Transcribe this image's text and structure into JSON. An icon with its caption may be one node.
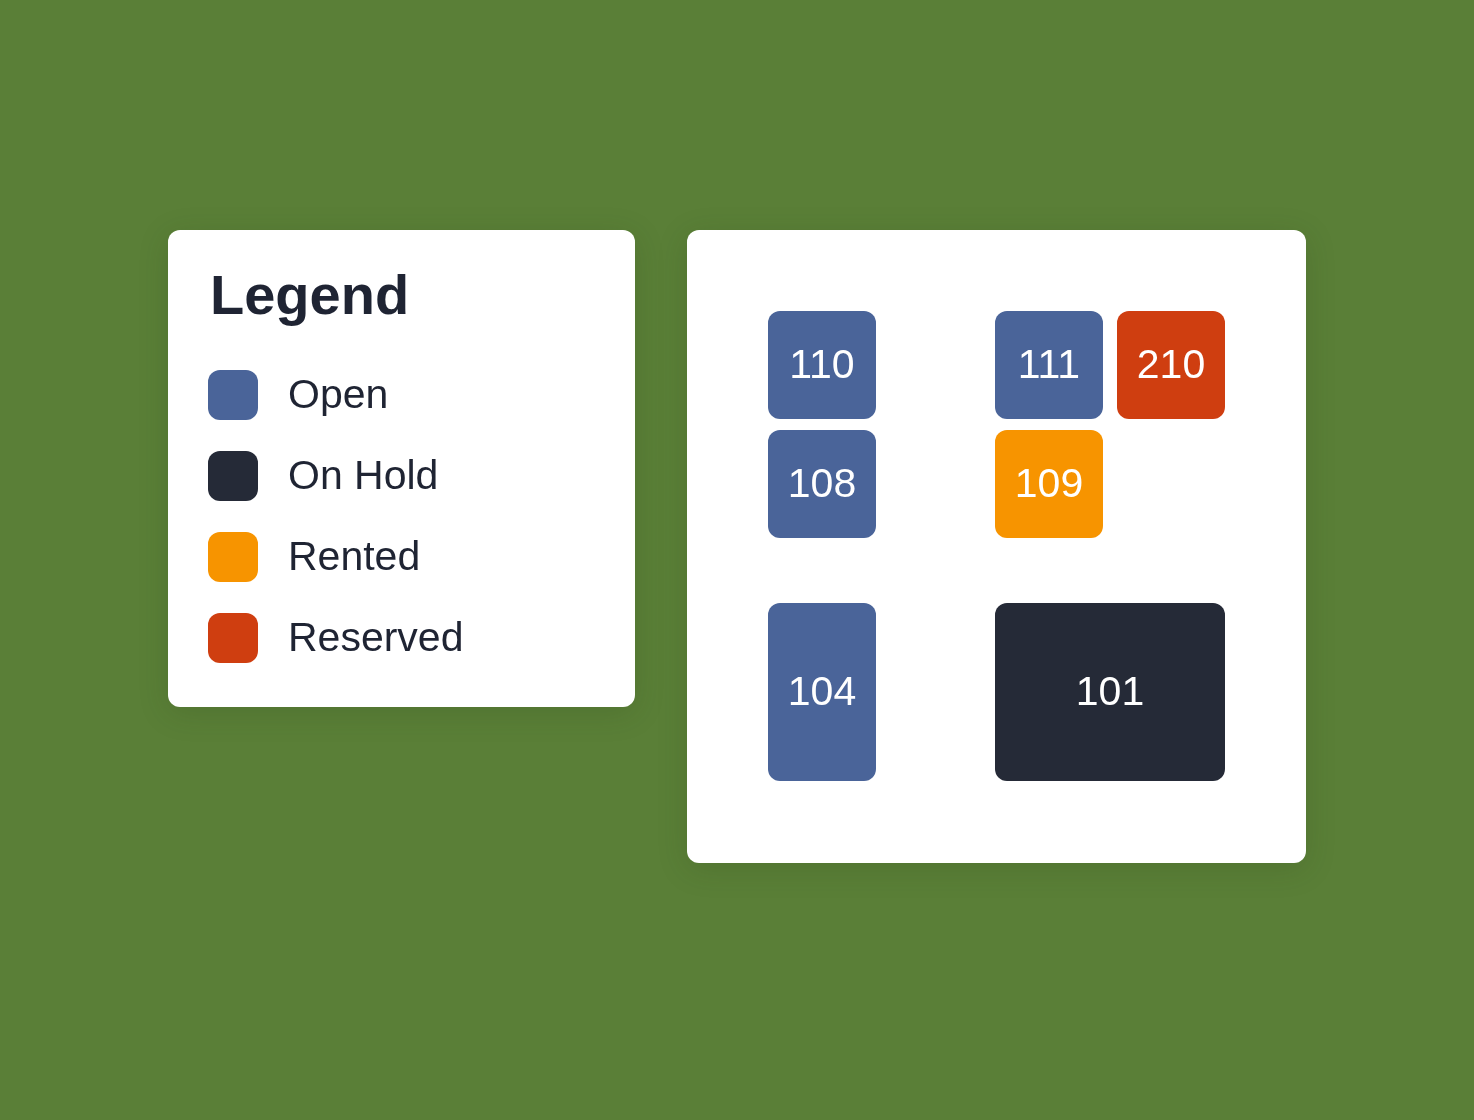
{
  "diagram": {
    "nodes": [
      {
        "text": [],
        "shape": "box"
      },
      {
        "text": [
          "110"
        ],
        "in": 0
      },
      {
        "text": [
          "111"
        ],
        "in": 0
      },
      {
        "text": [
          "210"
        ],
        "in": 0
      },
      {
        "text": [
          "108"
        ],
        "in": 0
      },
      {
        "text": [
          "109"
        ],
        "in": 0
      },
      {
        "text": [
          "104"
        ],
        "in": 0
      },
      {
        "text": [
          "101"
        ],
        "in": 0
      }
    ],
    "labels": [
      "Legend"
    ],
    "legend": [
      {
        "text": "Open",
        "color": "#4a6499"
      },
      {
        "text": "On Hold",
        "color": "#252a37"
      },
      {
        "text": "Rented",
        "color": "#f79400"
      },
      {
        "text": "Reserved",
        "color": "#cf3e10"
      }
    ]
  }
}
